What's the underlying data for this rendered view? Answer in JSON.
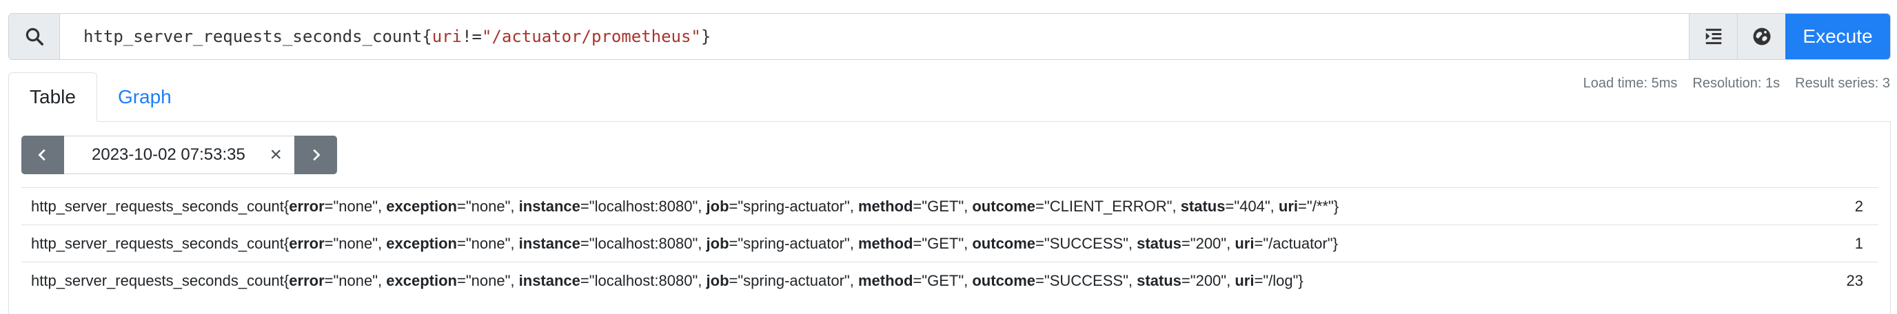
{
  "query": {
    "metric": "http_server_requests_seconds_count",
    "open_brace": "{",
    "label": "uri",
    "operator": "!=",
    "value": "\"/actuator/prometheus\"",
    "close_brace": "}"
  },
  "toolbar": {
    "search_icon": "search-icon",
    "format_icon": "format-indent-icon",
    "metrics_icon": "globe-explorer-icon",
    "execute_label": "Execute",
    "accent_color": "#1f7ff5"
  },
  "tabs": [
    {
      "label": "Table",
      "active": true
    },
    {
      "label": "Graph",
      "active": false
    }
  ],
  "stats": {
    "load_time": "Load time: 5ms",
    "resolution": "Resolution: 1s",
    "result_series": "Result series: 3"
  },
  "time_picker": {
    "value": "2023-10-02 07:53:35",
    "clear": "×"
  },
  "results": [
    {
      "metric_name": "http_server_requests_seconds_count",
      "labels": [
        {
          "k": "error",
          "v": "\"none\""
        },
        {
          "k": "exception",
          "v": "\"none\""
        },
        {
          "k": "instance",
          "v": "\"localhost:8080\""
        },
        {
          "k": "job",
          "v": "\"spring-actuator\""
        },
        {
          "k": "method",
          "v": "\"GET\""
        },
        {
          "k": "outcome",
          "v": "\"CLIENT_ERROR\""
        },
        {
          "k": "status",
          "v": "\"404\""
        },
        {
          "k": "uri",
          "v": "\"/**\""
        }
      ],
      "value": "2"
    },
    {
      "metric_name": "http_server_requests_seconds_count",
      "labels": [
        {
          "k": "error",
          "v": "\"none\""
        },
        {
          "k": "exception",
          "v": "\"none\""
        },
        {
          "k": "instance",
          "v": "\"localhost:8080\""
        },
        {
          "k": "job",
          "v": "\"spring-actuator\""
        },
        {
          "k": "method",
          "v": "\"GET\""
        },
        {
          "k": "outcome",
          "v": "\"SUCCESS\""
        },
        {
          "k": "status",
          "v": "\"200\""
        },
        {
          "k": "uri",
          "v": "\"/actuator\""
        }
      ],
      "value": "1"
    },
    {
      "metric_name": "http_server_requests_seconds_count",
      "labels": [
        {
          "k": "error",
          "v": "\"none\""
        },
        {
          "k": "exception",
          "v": "\"none\""
        },
        {
          "k": "instance",
          "v": "\"localhost:8080\""
        },
        {
          "k": "job",
          "v": "\"spring-actuator\""
        },
        {
          "k": "method",
          "v": "\"GET\""
        },
        {
          "k": "outcome",
          "v": "\"SUCCESS\""
        },
        {
          "k": "status",
          "v": "\"200\""
        },
        {
          "k": "uri",
          "v": "\"/log\""
        }
      ],
      "value": "23"
    }
  ]
}
